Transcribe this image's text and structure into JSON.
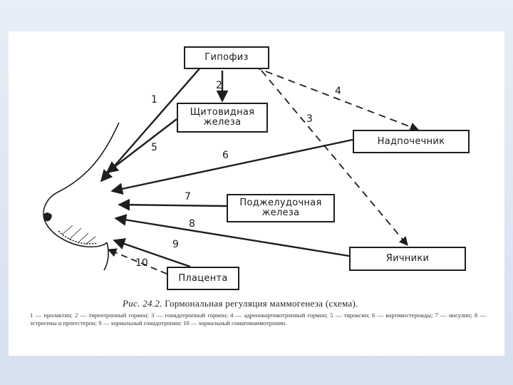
{
  "boxes": {
    "pituitary": "Гипофиз",
    "thyroid": "Щитовидная\nжелеза",
    "adrenal": "Надпочечник",
    "pancreas": "Поджелудочная\nжелеза",
    "ovaries": "Яичники",
    "placenta": "Плацента"
  },
  "arrow_numbers": [
    "1",
    "2",
    "3",
    "4",
    "5",
    "6",
    "7",
    "8",
    "9",
    "10"
  ],
  "caption": {
    "fig": "Рис. 24.2.",
    "text": "Гормональная регуляция маммогенеза (схема)."
  },
  "legend": "1 — пролактин; 2 — тиреотропный гормон; 3 — гонадотропный гормон; 4 — адренокортикотропный гормон; 5 — тироксин; 6 — кортикостероиды; 7 — инсулин; 8 — эстрогены и прогестерон; 9 — хориальный гонадотропин; 10 — хориальный соматомаммотропин.",
  "colors": {
    "ink": "#1e1e1e",
    "background": "#ffffff",
    "slide": "#dde6f2"
  }
}
